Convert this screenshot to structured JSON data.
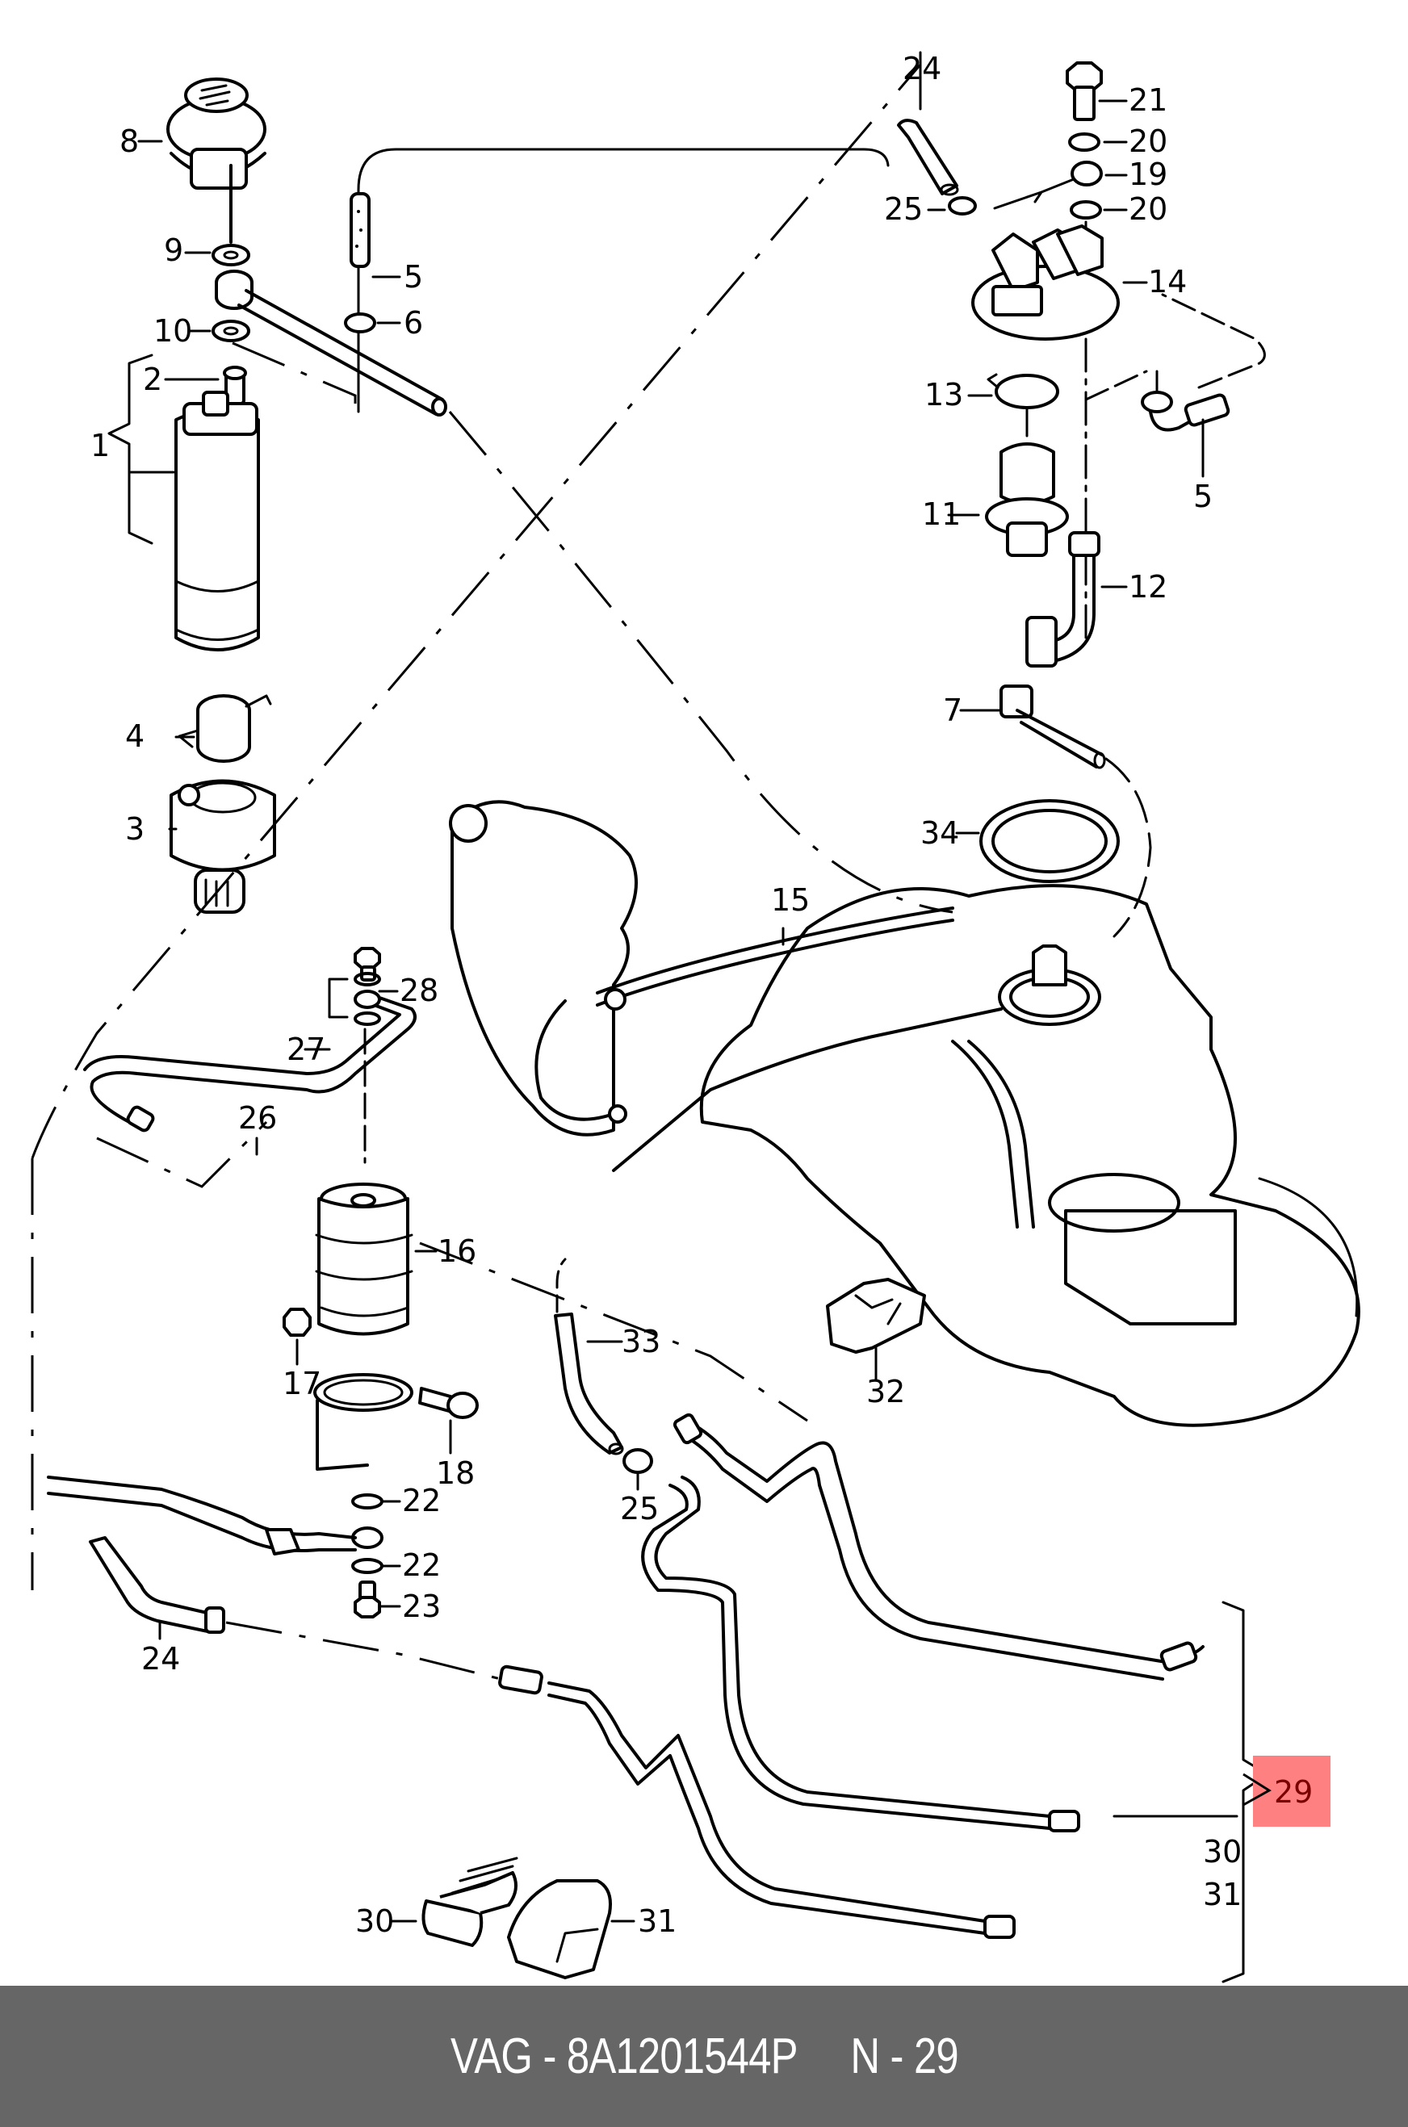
{
  "diagram": {
    "type": "exploded parts diagram",
    "subject": "fuel pump, fuel filter and fuel lines",
    "callouts": {
      "c1": "1",
      "c2": "2",
      "c3": "3",
      "c4": "4",
      "c5a": "5",
      "c5b": "5",
      "c6": "6",
      "c7": "7",
      "c8": "8",
      "c9": "9",
      "c10": "10",
      "c11": "11",
      "c12": "12",
      "c13": "13",
      "c14": "14",
      "c15": "15",
      "c16": "16",
      "c17": "17",
      "c18": "18",
      "c19": "19",
      "c20a": "20",
      "c20b": "20",
      "c21": "21",
      "c22a": "22",
      "c22b": "22",
      "c23": "23",
      "c24a": "24",
      "c24b": "24",
      "c25a": "25",
      "c25b": "25",
      "c26": "26",
      "c27": "27",
      "c28": "28",
      "c29": "29",
      "c30a": "30",
      "c30b": "30",
      "c31a": "31",
      "c31b": "31",
      "c32": "32",
      "c33": "33",
      "c34": "34"
    },
    "highlighted_callout": "29",
    "highlight_color": "#ff8080",
    "highlight_text_color": "#7a0000"
  },
  "footer": {
    "brand": "VAG",
    "separator": " - ",
    "part_number": "8A1201544P",
    "position_label": "N",
    "position_separator": " - ",
    "position_number": "29",
    "background_color": "#666666",
    "text_color": "#ffffff"
  }
}
